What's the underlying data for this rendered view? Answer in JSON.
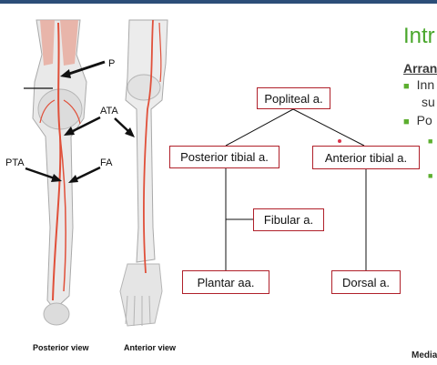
{
  "slide": {
    "title": "Intr",
    "heading": "Arran",
    "bullets": [
      {
        "line1": "Inn",
        "line2": "su"
      },
      {
        "line1": "Po"
      }
    ],
    "footer": "Media"
  },
  "figure": {
    "labels": [
      "P",
      "ATA",
      "PTA",
      "FA"
    ],
    "captions": {
      "posterior": "Posterior view",
      "anterior": "Anterior view"
    }
  },
  "diagram": {
    "nodes": {
      "popliteal": "Popliteal a.",
      "posterior_tibial": "Posterior tibial a.",
      "anterior_tibial": "Anterior tibial a.",
      "fibular": "Fibular a.",
      "plantar": "Plantar aa.",
      "dorsal": "Dorsal a."
    }
  },
  "colors": {
    "accent_green": "#4aa72c",
    "box_border": "#b0202a",
    "artery": "#e0503a"
  }
}
